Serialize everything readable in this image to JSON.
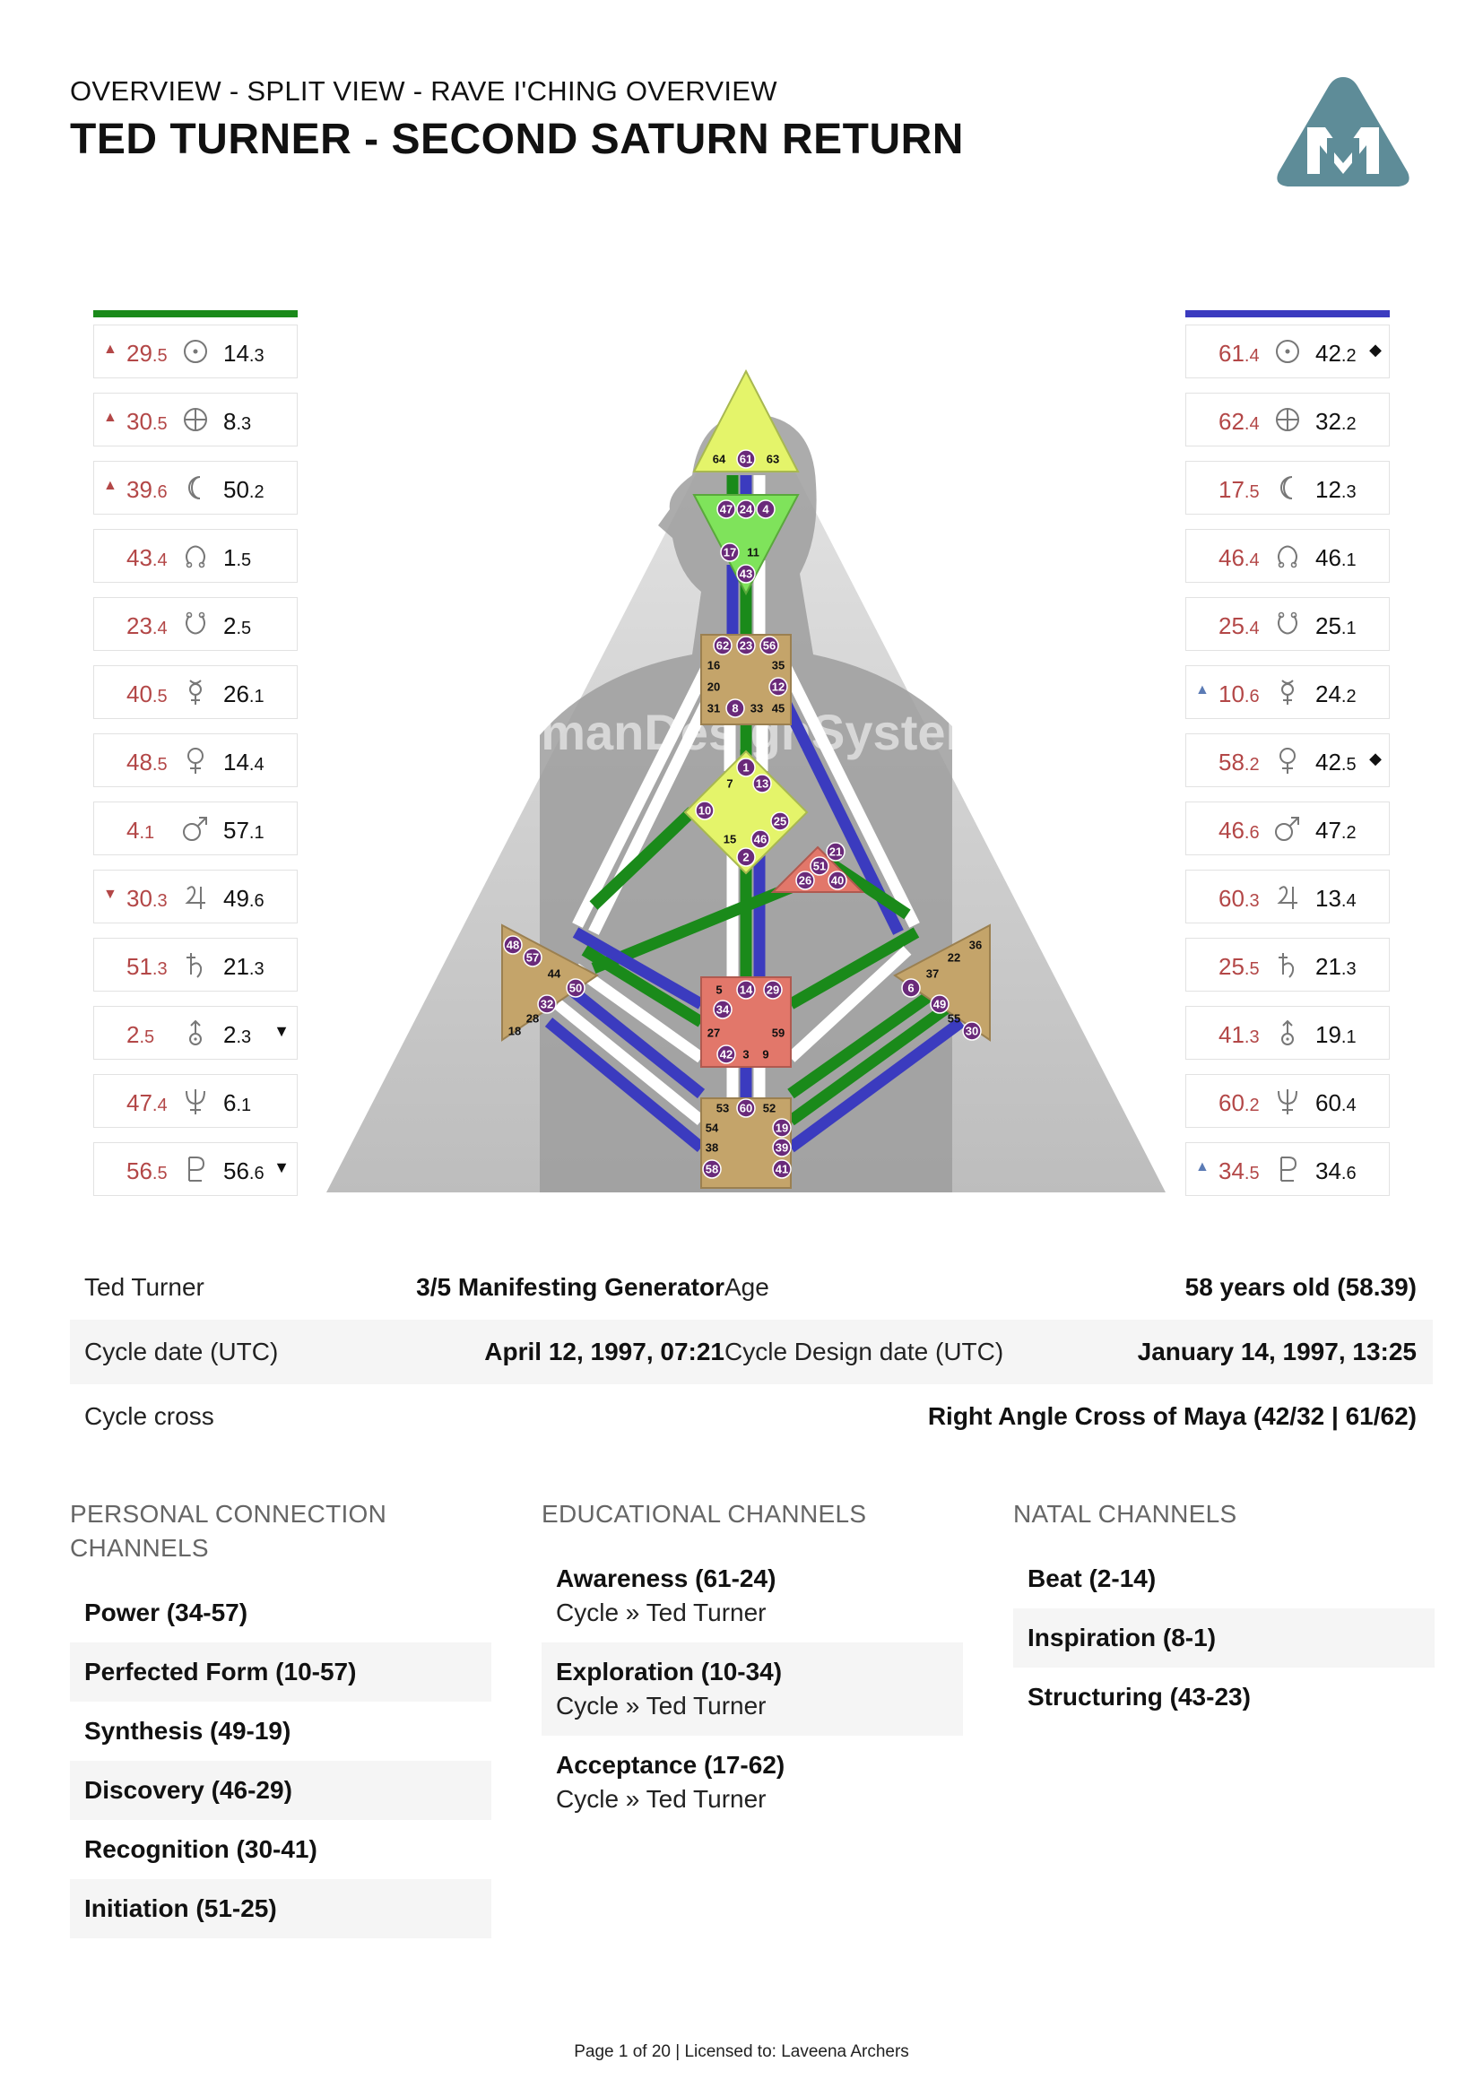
{
  "header": {
    "subtitle": "OVERVIEW - SPLIT VIEW - RAVE I'CHING OVERVIEW",
    "title": "TED TURNER - SECOND SATURN RETURN"
  },
  "colors": {
    "design_bar": "#1a8a1a",
    "personality_bar": "#3b3bbf",
    "value_red": "#b34747"
  },
  "watermark": "TheHumanDesignSystem.com",
  "left_column": [
    {
      "planet": "sun-icon",
      "arrow": "▲",
      "v1a": "29",
      "v1b": ".5",
      "v2a": "14",
      "v2b": ".3",
      "mark": ""
    },
    {
      "planet": "earth-icon",
      "arrow": "▲",
      "v1a": "30",
      "v1b": ".5",
      "v2a": "8",
      "v2b": ".3",
      "mark": ""
    },
    {
      "planet": "moon-icon",
      "arrow": "▲",
      "v1a": "39",
      "v1b": ".6",
      "v2a": "50",
      "v2b": ".2",
      "mark": ""
    },
    {
      "planet": "north-node-icon",
      "arrow": "",
      "v1a": "43",
      "v1b": ".4",
      "v2a": "1",
      "v2b": ".5",
      "mark": ""
    },
    {
      "planet": "south-node-icon",
      "arrow": "",
      "v1a": "23",
      "v1b": ".4",
      "v2a": "2",
      "v2b": ".5",
      "mark": ""
    },
    {
      "planet": "mercury-icon",
      "arrow": "",
      "v1a": "40",
      "v1b": ".5",
      "v2a": "26",
      "v2b": ".1",
      "mark": ""
    },
    {
      "planet": "venus-icon",
      "arrow": "",
      "v1a": "48",
      "v1b": ".5",
      "v2a": "14",
      "v2b": ".4",
      "mark": ""
    },
    {
      "planet": "mars-icon",
      "arrow": "",
      "v1a": "4",
      "v1b": ".1",
      "v2a": "57",
      "v2b": ".1",
      "mark": ""
    },
    {
      "planet": "jupiter-icon",
      "arrow": "▼",
      "v1a": "30",
      "v1b": ".3",
      "v2a": "49",
      "v2b": ".6",
      "mark": ""
    },
    {
      "planet": "saturn-icon",
      "arrow": "",
      "v1a": "51",
      "v1b": ".3",
      "v2a": "21",
      "v2b": ".3",
      "mark": ""
    },
    {
      "planet": "uranus-icon",
      "arrow": "",
      "v1a": "2",
      "v1b": ".5",
      "v2a": "2",
      "v2b": ".3",
      "mark": "▼"
    },
    {
      "planet": "neptune-icon",
      "arrow": "",
      "v1a": "47",
      "v1b": ".4",
      "v2a": "6",
      "v2b": ".1",
      "mark": ""
    },
    {
      "planet": "pluto-icon",
      "arrow": "",
      "v1a": "56",
      "v1b": ".5",
      "v2a": "56",
      "v2b": ".6",
      "mark": "▼"
    }
  ],
  "right_column": [
    {
      "planet": "sun-icon",
      "arrow": "",
      "v1a": "61",
      "v1b": ".4",
      "v2a": "42",
      "v2b": ".2",
      "mark": "◆"
    },
    {
      "planet": "earth-icon",
      "arrow": "",
      "v1a": "62",
      "v1b": ".4",
      "v2a": "32",
      "v2b": ".2",
      "mark": ""
    },
    {
      "planet": "moon-icon",
      "arrow": "",
      "v1a": "17",
      "v1b": ".5",
      "v2a": "12",
      "v2b": ".3",
      "mark": ""
    },
    {
      "planet": "north-node-icon",
      "arrow": "",
      "v1a": "46",
      "v1b": ".4",
      "v2a": "46",
      "v2b": ".1",
      "mark": ""
    },
    {
      "planet": "south-node-icon",
      "arrow": "",
      "v1a": "25",
      "v1b": ".4",
      "v2a": "25",
      "v2b": ".1",
      "mark": ""
    },
    {
      "planet": "mercury-icon",
      "arrow": "▲",
      "v1a": "10",
      "v1b": ".6",
      "v2a": "24",
      "v2b": ".2",
      "mark": ""
    },
    {
      "planet": "venus-icon",
      "arrow": "",
      "v1a": "58",
      "v1b": ".2",
      "v2a": "42",
      "v2b": ".5",
      "mark": "◆"
    },
    {
      "planet": "mars-icon",
      "arrow": "",
      "v1a": "46",
      "v1b": ".6",
      "v2a": "47",
      "v2b": ".2",
      "mark": ""
    },
    {
      "planet": "jupiter-icon",
      "arrow": "",
      "v1a": "60",
      "v1b": ".3",
      "v2a": "13",
      "v2b": ".4",
      "mark": ""
    },
    {
      "planet": "saturn-icon",
      "arrow": "",
      "v1a": "25",
      "v1b": ".5",
      "v2a": "21",
      "v2b": ".3",
      "mark": ""
    },
    {
      "planet": "uranus-icon",
      "arrow": "",
      "v1a": "41",
      "v1b": ".3",
      "v2a": "19",
      "v2b": ".1",
      "mark": ""
    },
    {
      "planet": "neptune-icon",
      "arrow": "",
      "v1a": "60",
      "v1b": ".2",
      "v2a": "60",
      "v2b": ".4",
      "mark": ""
    },
    {
      "planet": "pluto-icon",
      "arrow": "▲",
      "v1a": "34",
      "v1b": ".5",
      "v2a": "34",
      "v2b": ".6",
      "mark": ""
    }
  ],
  "gates": {
    "head": [
      "64",
      "61",
      "63"
    ],
    "ajna": [
      "47",
      "24",
      "4",
      "17",
      "11",
      "43"
    ],
    "throat": [
      "62",
      "23",
      "56",
      "16",
      "35",
      "20",
      "12",
      "31",
      "8",
      "33",
      "45"
    ],
    "g": [
      "1",
      "7",
      "13",
      "10",
      "25",
      "15",
      "46",
      "2"
    ],
    "heart": [
      "21",
      "51",
      "26",
      "40"
    ],
    "spleen": [
      "48",
      "57",
      "44",
      "50",
      "32",
      "28",
      "18"
    ],
    "solar": [
      "36",
      "22",
      "37",
      "6",
      "49",
      "55",
      "30"
    ],
    "sacral": [
      "5",
      "14",
      "29",
      "34",
      "27",
      "59",
      "42",
      "3",
      "9"
    ],
    "root": [
      "53",
      "60",
      "52",
      "54",
      "19",
      "38",
      "39",
      "58",
      "41"
    ]
  },
  "info": {
    "name": "Ted Turner",
    "type": "3/5 Manifesting Generator",
    "age_label": "Age",
    "age_value": "58 years old (58.39)",
    "cycle_date_label": "Cycle date (UTC)",
    "cycle_date_value": "April 12, 1997, 07:21",
    "cycle_design_label": "Cycle Design date (UTC)",
    "cycle_design_value": "January 14, 1997, 13:25",
    "cycle_cross_label": "Cycle cross",
    "cycle_cross_value": "Right Angle Cross of Maya (42/32 | 61/62)"
  },
  "channels": {
    "personal": {
      "heading_line1": "PERSONAL CONNECTION",
      "heading_line2": "CHANNELS",
      "items": [
        "Power (34-57)",
        "Perfected Form (10-57)",
        "Synthesis (49-19)",
        "Discovery (46-29)",
        "Recognition (30-41)",
        "Initiation (51-25)"
      ]
    },
    "educational": {
      "heading": "EDUCATIONAL CHANNELS",
      "items": [
        {
          "name": "Awareness (61-24)",
          "sub": "Cycle » Ted Turner"
        },
        {
          "name": "Exploration (10-34)",
          "sub": "Cycle » Ted Turner"
        },
        {
          "name": "Acceptance (17-62)",
          "sub": "Cycle » Ted Turner"
        }
      ]
    },
    "natal": {
      "heading": "NATAL CHANNELS",
      "items": [
        "Beat (2-14)",
        "Inspiration (8-1)",
        "Structuring (43-23)"
      ]
    }
  },
  "footer": "Page 1 of 20 | Licensed to: Laveena Archers"
}
